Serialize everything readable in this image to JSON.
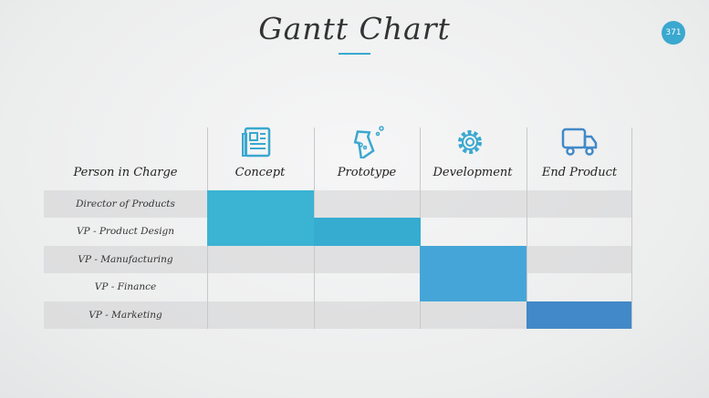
{
  "title": "Gantt Chart",
  "page_number": "371",
  "chart_data": {
    "type": "gantt",
    "title": "Gantt Chart",
    "row_header": "Person in Charge",
    "phases": [
      {
        "label": "Concept",
        "icon": "newspaper-icon"
      },
      {
        "label": "Prototype",
        "icon": "flask-icon"
      },
      {
        "label": "Development",
        "icon": "gear-icon"
      },
      {
        "label": "End Product",
        "icon": "truck-icon"
      }
    ],
    "rows": [
      "Director of Products",
      "VP - Product Design",
      "VP - Manufacturing",
      "VP - Finance",
      "VP - Marketing"
    ],
    "tasks": [
      {
        "phase": 0,
        "row_start": 0,
        "row_end": 1,
        "color": "#3bb3d3"
      },
      {
        "phase": 1,
        "row_start": 1,
        "row_end": 1,
        "color": "#36acd0"
      },
      {
        "phase": 2,
        "row_start": 2,
        "row_end": 3,
        "color": "#45a5d8"
      },
      {
        "phase": 3,
        "row_start": 4,
        "row_end": 4,
        "color": "#4189c8"
      }
    ]
  }
}
